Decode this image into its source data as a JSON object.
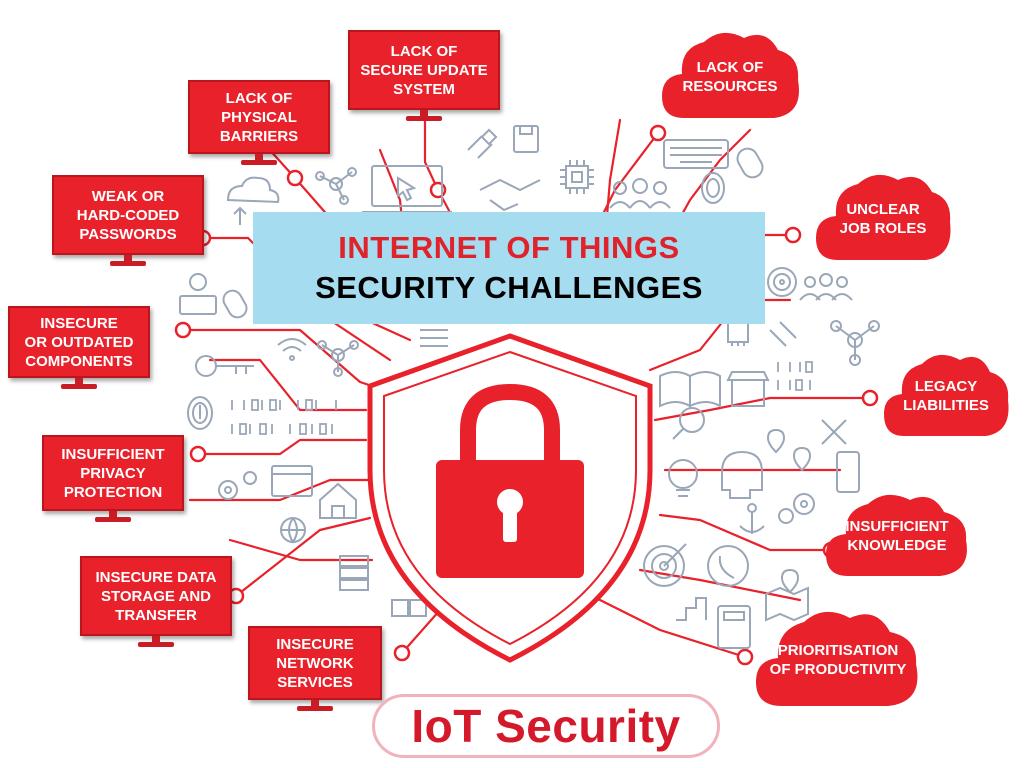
{
  "title": {
    "line1": "INTERNET OF THINGS",
    "line2": "SECURITY CHALLENGES"
  },
  "left_challenges": [
    {
      "id": "physical-barriers",
      "label": "LACK OF\nPHYSICAL\nBARRIERS"
    },
    {
      "id": "secure-update",
      "label": "LACK OF\nSECURE UPDATE\nSYSTEM"
    },
    {
      "id": "weak-passwords",
      "label": "WEAK OR\nHARD-CODED\nPASSWORDS"
    },
    {
      "id": "outdated-components",
      "label": "INSECURE\nOR OUTDATED\nCOMPONENTS"
    },
    {
      "id": "privacy-protection",
      "label": "INSUFFICIENT\nPRIVACY\nPROTECTION"
    },
    {
      "id": "data-storage",
      "label": "INSECURE DATA\nSTORAGE AND\nTRANSFER"
    },
    {
      "id": "network-services",
      "label": "INSECURE\nNETWORK\nSERVICES"
    }
  ],
  "right_challenges": [
    {
      "id": "resources",
      "label": "LACK OF\nRESOURCES"
    },
    {
      "id": "job-roles",
      "label": "UNCLEAR\nJOB ROLES"
    },
    {
      "id": "legacy",
      "label": "LEGACY\nLIABILITIES"
    },
    {
      "id": "knowledge",
      "label": "INSUFFICIENT\nKNOWLEDGE"
    },
    {
      "id": "productivity",
      "label": "PRIORITISATION\nOF PRODUCTIVITY"
    }
  ],
  "footer": {
    "label": "IoT Security"
  },
  "colors": {
    "accent_red": "#e8212b",
    "light_blue": "#a6dcef",
    "icon_gray": "#9aa7b8",
    "pill_border": "#f2b2bb"
  },
  "icons": [
    "cloud-upload-icon",
    "fingerprint-icon",
    "key-icon",
    "wifi-icon",
    "network-nodes-icon",
    "binary-code-icon",
    "gears-icon",
    "browser-www-icon",
    "smart-home-icon",
    "globe-cursor-icon",
    "server-icon",
    "puzzle-icon",
    "usb-plug-icon",
    "floppy-disk-icon",
    "laptop-cursor-icon",
    "handshake-icon",
    "chip-icon",
    "keyboard-icon",
    "mouse-icon",
    "team-icon",
    "target-icon",
    "book-icon",
    "shop-icon",
    "magnifier-icon",
    "lightbulb-icon",
    "robot-head-icon",
    "anchor-icon",
    "location-pin-icon",
    "phone-icon",
    "calculator-icon",
    "chart-icon",
    "map-icon",
    "tools-icon",
    "smartphone-icon",
    "password-icon"
  ]
}
